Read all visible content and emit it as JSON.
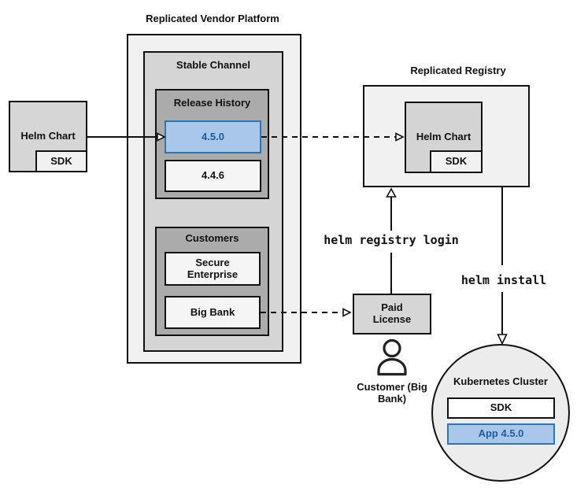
{
  "colors": {
    "accent_fill": "#A9C7E8",
    "accent_border": "#2E75B6",
    "accent_text": "#1D5C9E"
  },
  "vendor_platform": {
    "title": "Replicated Vendor Platform",
    "stable_channel": {
      "title": "Stable Channel",
      "release_history": {
        "title": "Release History",
        "releases": [
          {
            "version": "4.5.0",
            "highlighted": true
          },
          {
            "version": "4.4.6",
            "highlighted": false
          }
        ]
      },
      "customers": {
        "title": "Customers",
        "items": [
          {
            "name": "Secure Enterprise"
          },
          {
            "name": "Big Bank"
          }
        ]
      }
    }
  },
  "vendor_helm_chart": {
    "label": "Helm Chart",
    "sdk": "SDK"
  },
  "registry": {
    "title": "Replicated Registry",
    "helm_chart": {
      "label": "Helm Chart",
      "sdk": "SDK"
    }
  },
  "paid_license": {
    "label": "Paid License"
  },
  "customer": {
    "label": "Customer (Big Bank)"
  },
  "commands": {
    "registry_login": "helm registry login",
    "install": "helm install"
  },
  "kubernetes_cluster": {
    "title": "Kubernetes Cluster",
    "sdk": "SDK",
    "app": "App 4.5.0"
  }
}
